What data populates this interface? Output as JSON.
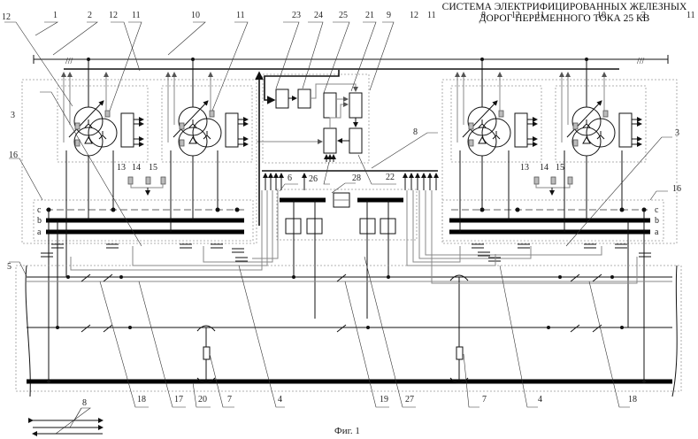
{
  "title": {
    "line1": "СИСТЕМА ЭЛЕКТРИФИЦИРОВАННЫХ ЖЕЛЕЗНЫХ",
    "line2": "ДОРОГ ПЕРЕМЕННОГО ТОКА 25 КВ"
  },
  "figure_caption": "Фиг. 1",
  "bus_phase_labels": {
    "a": "a",
    "b": "b",
    "c": "c"
  },
  "callouts": {
    "top_left": [
      "12",
      "1",
      "2",
      "12",
      "11",
      "10",
      "11"
    ],
    "top_center": [
      "23",
      "24",
      "25",
      "21",
      "9"
    ],
    "top_right": [
      "12",
      "11",
      "8",
      "12",
      "11",
      "10",
      "2",
      "11"
    ],
    "left_side": [
      "3",
      "16",
      "5"
    ],
    "right_side": [
      "3",
      "16"
    ],
    "sensors": [
      "13",
      "14",
      "15"
    ],
    "center": [
      "8",
      "6",
      "26",
      "28",
      "22"
    ],
    "bottom": [
      "18",
      "17",
      "20",
      "7",
      "4",
      "19",
      "27",
      "7",
      "4",
      "18"
    ],
    "legend": "8"
  },
  "legend": {
    "label": "8",
    "arrows": [
      "bidirectional",
      "right",
      "left"
    ]
  }
}
